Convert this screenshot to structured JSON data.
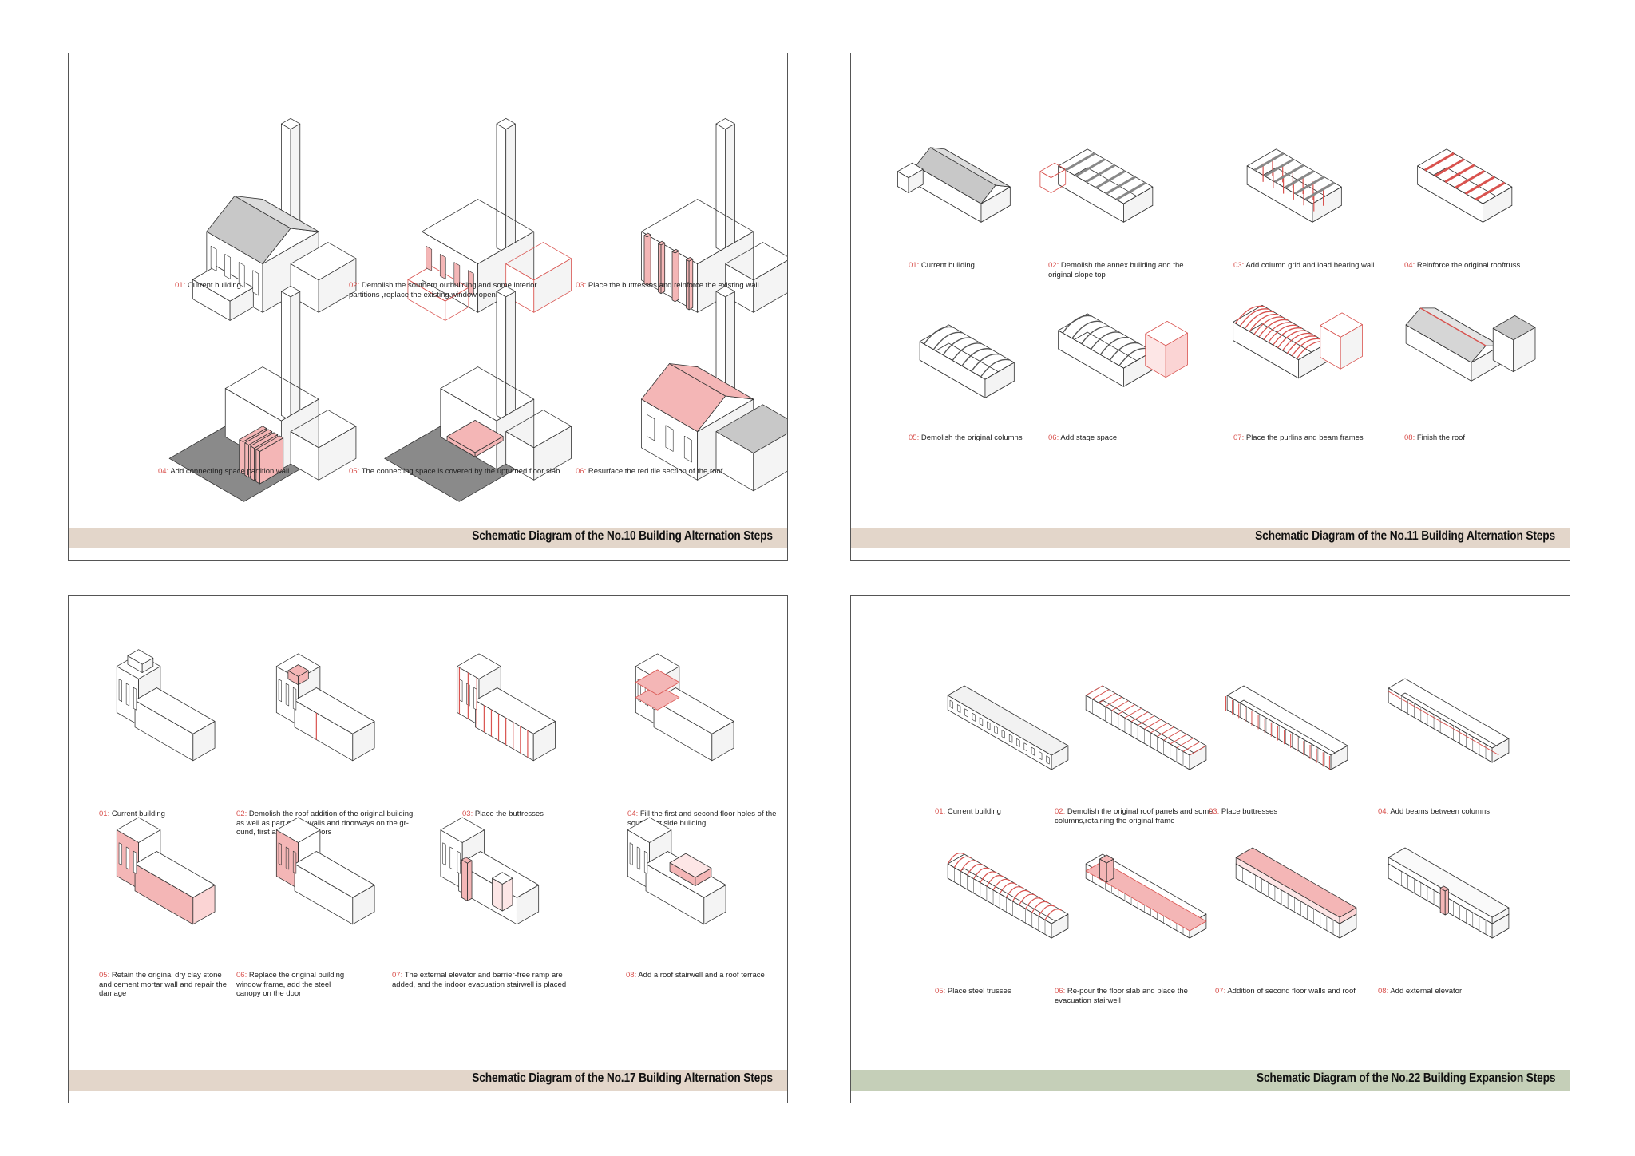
{
  "colors": {
    "accent_red": "#d9534f",
    "highlight_pink": "#f4b6b6",
    "roof_grey": "#c8c8c8",
    "floor_grey": "#8a8a8a",
    "bar_beige": "#e3d6ca",
    "bar_green": "#c5cfb8"
  },
  "panels": [
    {
      "id": "no10",
      "title": "Schematic Diagram of the No.10 Building Alternation Steps",
      "bar_color": "#e3d6ca",
      "steps": [
        {
          "num": "01",
          "text": "Current building"
        },
        {
          "num": "02",
          "text": "Demolish the southern outbuilding and some interior partitions ,replace the existing window openings"
        },
        {
          "num": "03",
          "text": "Place the buttresses and reinforce the existing wall"
        },
        {
          "num": "04",
          "text": "Add connecting space partition wall"
        },
        {
          "num": "05",
          "text": "The connecting space is covered by the upturned floor slab"
        },
        {
          "num": "06",
          "text": "Resurface the red tile section of the roof"
        }
      ]
    },
    {
      "id": "no11",
      "title": "Schematic Diagram of the No.11 Building Alternation Steps",
      "bar_color": "#e3d6ca",
      "steps": [
        {
          "num": "01",
          "text": "Current building"
        },
        {
          "num": "02",
          "text": "Demolish the annex building and the original slope top"
        },
        {
          "num": "03",
          "text": "Add column grid and load bearing wall"
        },
        {
          "num": "04",
          "text": "Reinforce the original rooftruss"
        },
        {
          "num": "05",
          "text": "Demolish the original columns"
        },
        {
          "num": "06",
          "text": "Add stage space"
        },
        {
          "num": "07",
          "text": "Place the purlins and beam frames"
        },
        {
          "num": "08",
          "text": "Finish the roof"
        }
      ]
    },
    {
      "id": "no17",
      "title": "Schematic Diagram of the No.17 Building Alternation Steps",
      "bar_color": "#e3d6ca",
      "steps": [
        {
          "num": "01",
          "text": "Current building"
        },
        {
          "num": "02",
          "text": "Demolish the roof addition of the original building, as well as part of the walls and doorways on the gr-ound, first and second floors"
        },
        {
          "num": "03",
          "text": "Place the buttresses"
        },
        {
          "num": "04",
          "text": "Fill the first and second floor holes of the southwest side building"
        },
        {
          "num": "05",
          "text": "Retain the original dry clay stone and cement mortar wall and repair the damage"
        },
        {
          "num": "06",
          "text": "Replace the original building window frame, add the steel canopy on the door"
        },
        {
          "num": "07",
          "text": "The external elevator and barrier-free ramp are added, and the indoor evacuation stairwell is placed"
        },
        {
          "num": "08",
          "text": "Add a roof stairwell and a roof terrace"
        }
      ]
    },
    {
      "id": "no22",
      "title": "Schematic Diagram of the No.22 Building Expansion Steps",
      "bar_color": "#c5cfb8",
      "steps": [
        {
          "num": "01",
          "text": "Current building"
        },
        {
          "num": "02",
          "text": "Demolish the original roof panels and some columns,retaining the original frame"
        },
        {
          "num": "03",
          "text": "Place buttresses"
        },
        {
          "num": "04",
          "text": "Add beams between columns"
        },
        {
          "num": "05",
          "text": "Place steel trusses"
        },
        {
          "num": "06",
          "text": "Re-pour the floor slab and place the evacuation stairwell"
        },
        {
          "num": "07",
          "text": "Addition of second floor walls and roof"
        },
        {
          "num": "08",
          "text": "Add external elevator"
        }
      ]
    }
  ]
}
